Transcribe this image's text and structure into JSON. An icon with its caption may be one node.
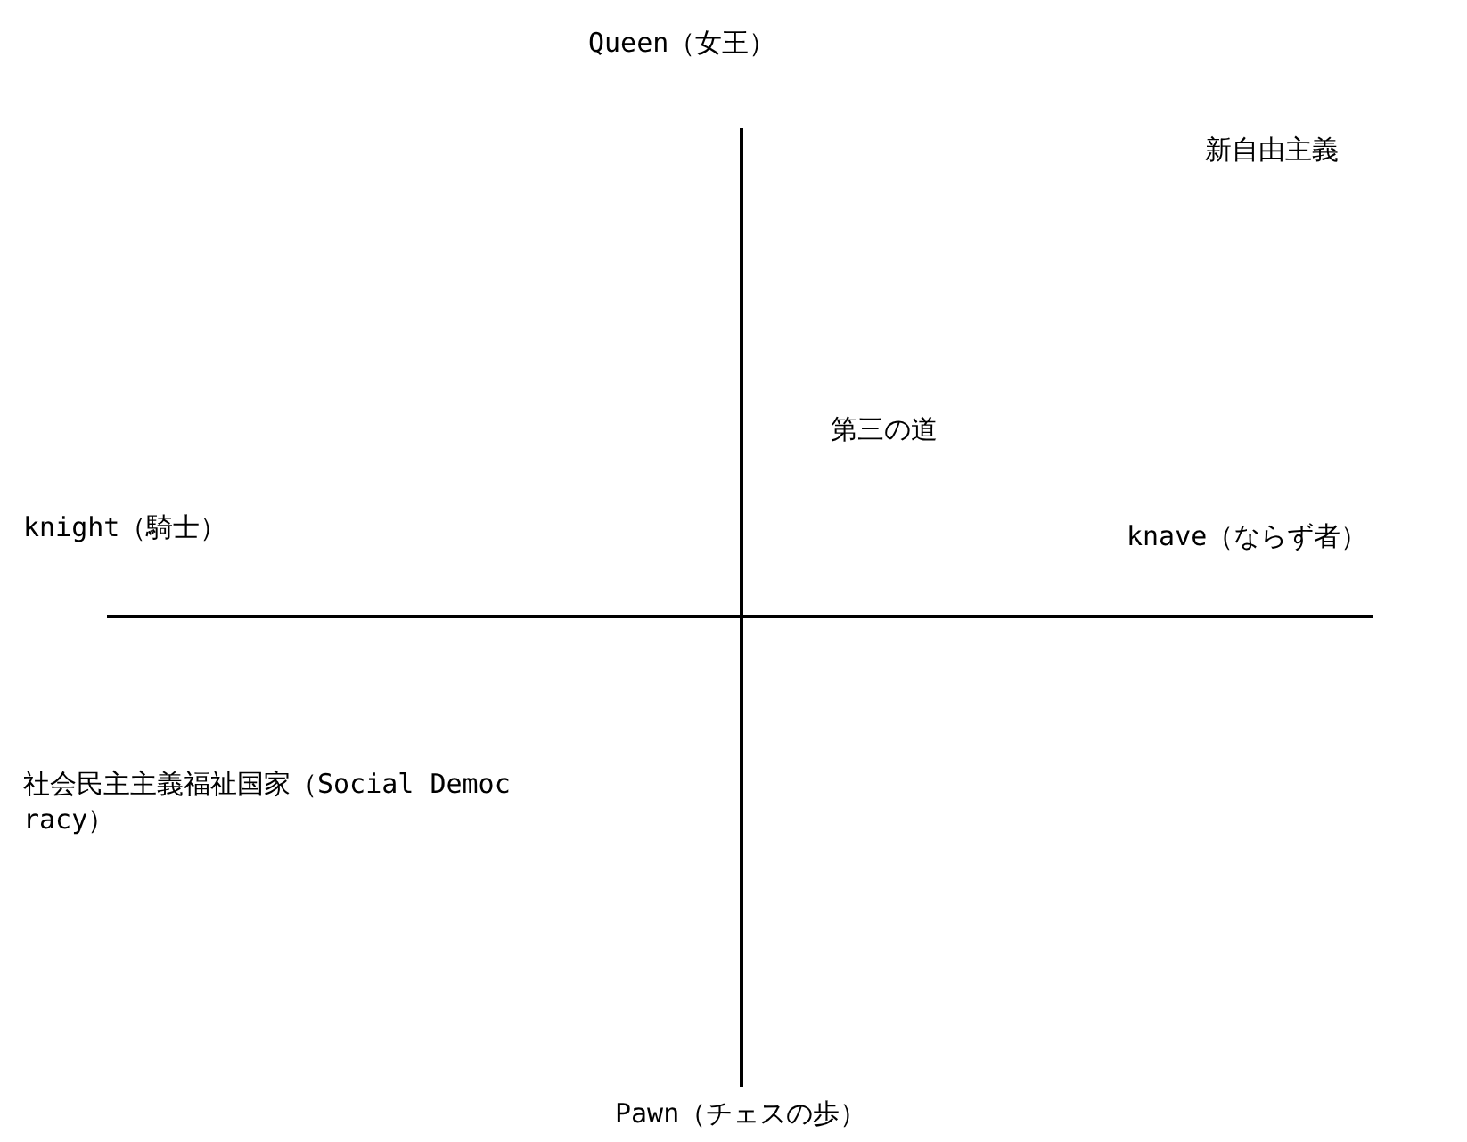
{
  "diagram": {
    "labels": [
      "Queen（女王）",
      "新自由主義",
      "第三の道",
      "knight（騎士）",
      "knave（ならず者）",
      "社会民主主義福祉国家（Social Democracy）",
      "Pawn（チェスの歩）"
    ]
  }
}
